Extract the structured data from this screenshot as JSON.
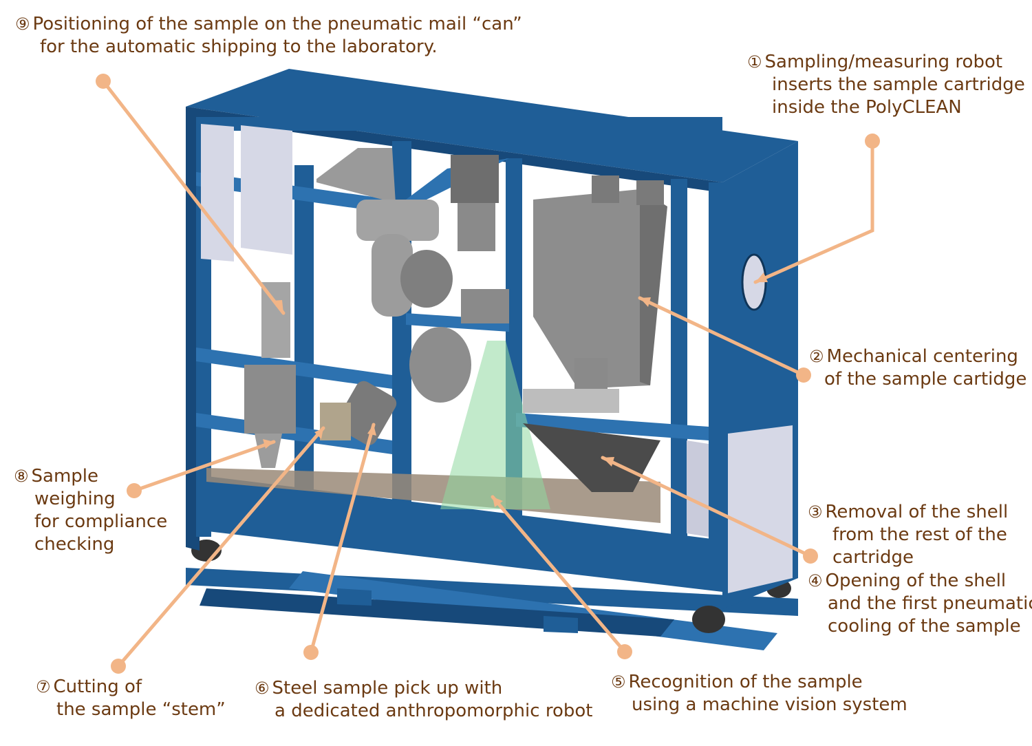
{
  "diagram": {
    "colors": {
      "frame": "#1f5e97",
      "frame_dark": "#17497a",
      "frame_light": "#2d72b0",
      "panel": "#d6d8e6",
      "floor": "#9a8a78",
      "machine_gray": "#8d8d8d",
      "machine_dark": "#4b4b4b",
      "vision_beam": "#8fd9a0",
      "callout": "#f2b587",
      "label_text": "#6b3a12"
    },
    "annotations": [
      {
        "id": "9",
        "marker": "⑨",
        "lines": [
          "Positioning of the sample on the pneumatic mail “can”",
          "for the automatic shipping to the laboratory."
        ]
      },
      {
        "id": "1",
        "marker": "①",
        "lines": [
          "Sampling/measuring robot",
          "inserts the sample cartridge",
          "inside the PolyCLEAN"
        ]
      },
      {
        "id": "2",
        "marker": "②",
        "lines": [
          "Mechanical centering",
          "of the sample cartidge"
        ]
      },
      {
        "id": "3",
        "marker": "③",
        "lines": [
          "Removal of the shell",
          "from the rest of the",
          "cartridge"
        ]
      },
      {
        "id": "4",
        "marker": "④",
        "lines": [
          "Opening of the shell",
          "and the first pneumatic",
          "cooling of the sample"
        ]
      },
      {
        "id": "5",
        "marker": "⑤",
        "lines": [
          "Recognition of the sample",
          "using a machine vision system"
        ]
      },
      {
        "id": "6",
        "marker": "⑥",
        "lines": [
          "Steel sample pick up with",
          "a dedicated anthropomorphic robot"
        ]
      },
      {
        "id": "7",
        "marker": "⑦",
        "lines": [
          "Cutting of",
          "the sample “stem”"
        ]
      },
      {
        "id": "8",
        "marker": "⑧",
        "lines": [
          "Sample",
          "weighing",
          "for compliance",
          "checking"
        ]
      }
    ]
  }
}
